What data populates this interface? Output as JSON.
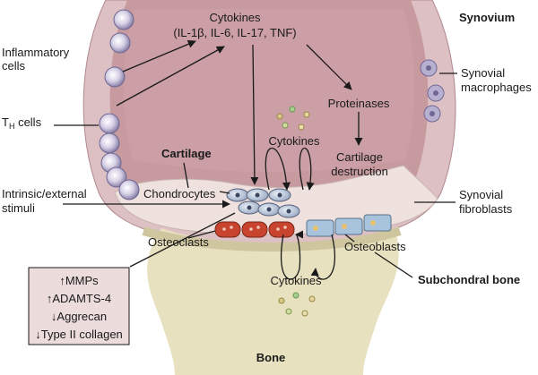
{
  "labels": {
    "cytokines_top_1": "Cytokines",
    "cytokines_top_2": "(IL-1β, IL-6, IL-17, TNF)",
    "synovium": "Synovium",
    "inflammatory_1": "Inflammatory",
    "inflammatory_2": "cells",
    "th_cells_main": "T",
    "th_cells_sub": "H",
    "th_cells_rest": " cells",
    "synovial_macrophages_1": "Synovial",
    "synovial_macrophages_2": "macrophages",
    "proteinases": "Proteinases",
    "cytokines_mid": "Cytokines",
    "cartilage": "Cartilage",
    "cartilage_destruction_1": "Cartilage",
    "cartilage_destruction_2": "destruction",
    "chondrocytes": "Chondrocytes",
    "intrinsic_1": "Intrinsic/external",
    "intrinsic_2": "stimuli",
    "synovial_fibroblasts_1": "Synovial",
    "synovial_fibroblasts_2": "fibroblasts",
    "osteoclasts": "Osteoclasts",
    "osteoblasts": "Osteoblasts",
    "subchondral_bone": "Subchondral bone",
    "cytokines_bottom": "Cytokines",
    "bone": "Bone"
  },
  "effects_box": {
    "items": [
      {
        "arrow": "↑",
        "text": "MMPs"
      },
      {
        "arrow": "↑",
        "text": "ADAMTS-4"
      },
      {
        "arrow": "↓",
        "text": "Aggrecan"
      },
      {
        "arrow": "↓",
        "text": "Type II collagen"
      }
    ]
  },
  "colors": {
    "synovium_fill": "#dcc0c3",
    "joint_space": "#c79aa0",
    "cartilage": "#efe1dd",
    "bone": "#e8e1bf",
    "osteoclast": "#c8442e",
    "osteoblast": "#a8c4dc",
    "box_fill": "#ecdcdc"
  }
}
